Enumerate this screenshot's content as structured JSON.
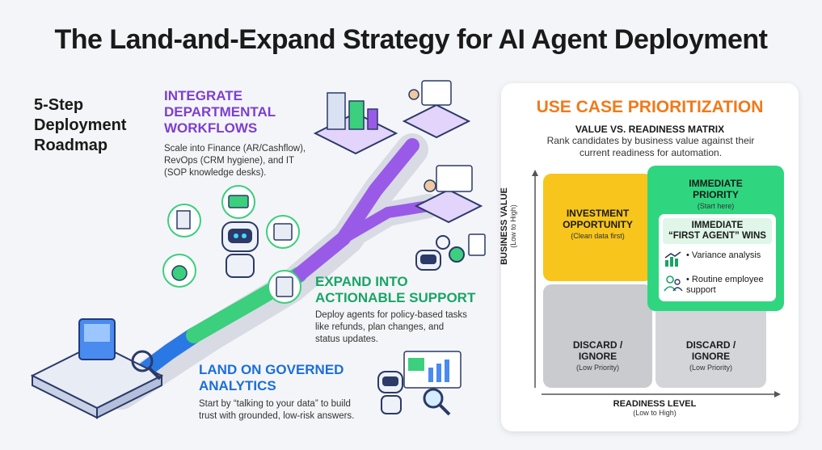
{
  "title": "The Land-and-Expand Strategy for AI Agent Deployment",
  "roadmap": {
    "heading_lines": [
      "5-Step",
      "Deployment",
      "Roadmap"
    ],
    "stages": {
      "integrate": {
        "title_lines": [
          "INTEGRATE",
          "DEPARTMENTAL",
          "WORKFLOWS"
        ],
        "desc_lines": [
          "Scale into Finance (AR/Cashflow),",
          "RevOps (CRM hygiene), and IT",
          "(SOP knowledge desks)."
        ],
        "color": "#7d3fd0"
      },
      "expand": {
        "title_lines": [
          "EXPAND INTO",
          "ACTIONABLE SUPPORT"
        ],
        "desc_lines": [
          "Deploy agents for policy-based tasks",
          "like refunds, plan changes, and",
          "status updates."
        ],
        "color": "#18a566"
      },
      "land": {
        "title_lines": [
          "LAND ON GOVERNED",
          "ANALYTICS"
        ],
        "desc_lines": [
          "Start by “talking to your data” to build",
          "trust with grounded, low-risk answers."
        ],
        "color": "#1b6fd8"
      }
    }
  },
  "prioritization": {
    "title": "USE CASE PRIORITIZATION",
    "matrix_title": "VALUE VS. READINESS MATRIX",
    "matrix_desc_lines": [
      "Rank candidates by business value against their",
      "current readiness for automation."
    ],
    "y_axis": {
      "label": "BUSINESS VALUE",
      "sub": "(Low to High)"
    },
    "x_axis": {
      "label": "READINESS LEVEL",
      "sub": "(Low to High)"
    },
    "quadrants": {
      "investment": {
        "label_lines": [
          "INVESTMENT",
          "OPPORTUNITY"
        ],
        "sub": "(Clean data first)",
        "color": "#f7c51b"
      },
      "immediate": {
        "label_lines": [
          "IMMEDIATE",
          "PRIORITY"
        ],
        "sub": "(Start here)",
        "color": "#2fd67f"
      },
      "discard_low": {
        "label_lines": [
          "DISCARD /",
          "IGNORE"
        ],
        "sub": "(Low Priority)",
        "color": "#c9cbcf"
      },
      "discard_high": {
        "label_lines": [
          "DISCARD /",
          "IGNORE"
        ],
        "sub": "(Low Priority)",
        "color": "#d3d5d9"
      }
    },
    "first_wins": {
      "title_lines": [
        "IMMEDIATE",
        "“FIRST AGENT” WINS"
      ],
      "items": [
        {
          "text_lines": [
            "• Variance analysis"
          ],
          "icon": "chart-icon"
        },
        {
          "text_lines": [
            "• Routine employee",
            "support"
          ],
          "icon": "people-icon"
        }
      ]
    }
  }
}
